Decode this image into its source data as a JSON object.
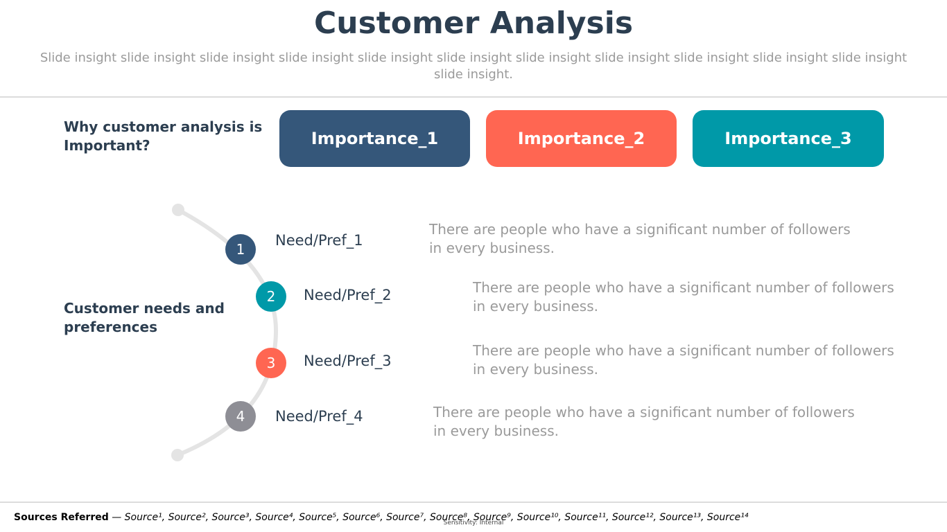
{
  "title": "Customer Analysis",
  "subtitle": "Slide insight slide insight slide insight slide insight slide insight slide insight slide insight slide insight slide insight slide insight slide insight slide insight.",
  "why_heading": "Why customer analysis is Important?",
  "importance": [
    {
      "label": "Importance_1",
      "color": "#35577a"
    },
    {
      "label": "Importance_2",
      "color": "#ff6652"
    },
    {
      "label": "Importance_3",
      "color": "#0099a8"
    }
  ],
  "needs_heading": "Customer needs and preferences",
  "steps": [
    {
      "number": "1",
      "label": "Need/Pref_1",
      "description": "There are people who have a significant number of followers in every business.",
      "color": "#35577a"
    },
    {
      "number": "2",
      "label": "Need/Pref_2",
      "description": "There are people who have a significant number of followers in every business.",
      "color": "#0099a8"
    },
    {
      "number": "3",
      "label": "Need/Pref_3",
      "description": "There are people who have a significant number of followers in every business.",
      "color": "#ff6652"
    },
    {
      "number": "4",
      "label": "Need/Pref_4",
      "description": "There are people who have a significant number of followers in every business.",
      "color": "#8e8e95"
    }
  ],
  "sources": {
    "lead": "Sources Referred",
    "dash": " — ",
    "list": "Source¹, Source², Source³, Source⁴, Source⁵, Source⁶, Source⁷, Source⁸, Source⁹, Source¹⁰, Source¹¹, Source¹², Source¹³, Source¹⁴"
  },
  "sensitivity": "Sensitivity: Internal",
  "colors": {
    "title": "#2c3e50",
    "muted_text": "#9a9a9a",
    "arc": "#e4e4e4"
  }
}
